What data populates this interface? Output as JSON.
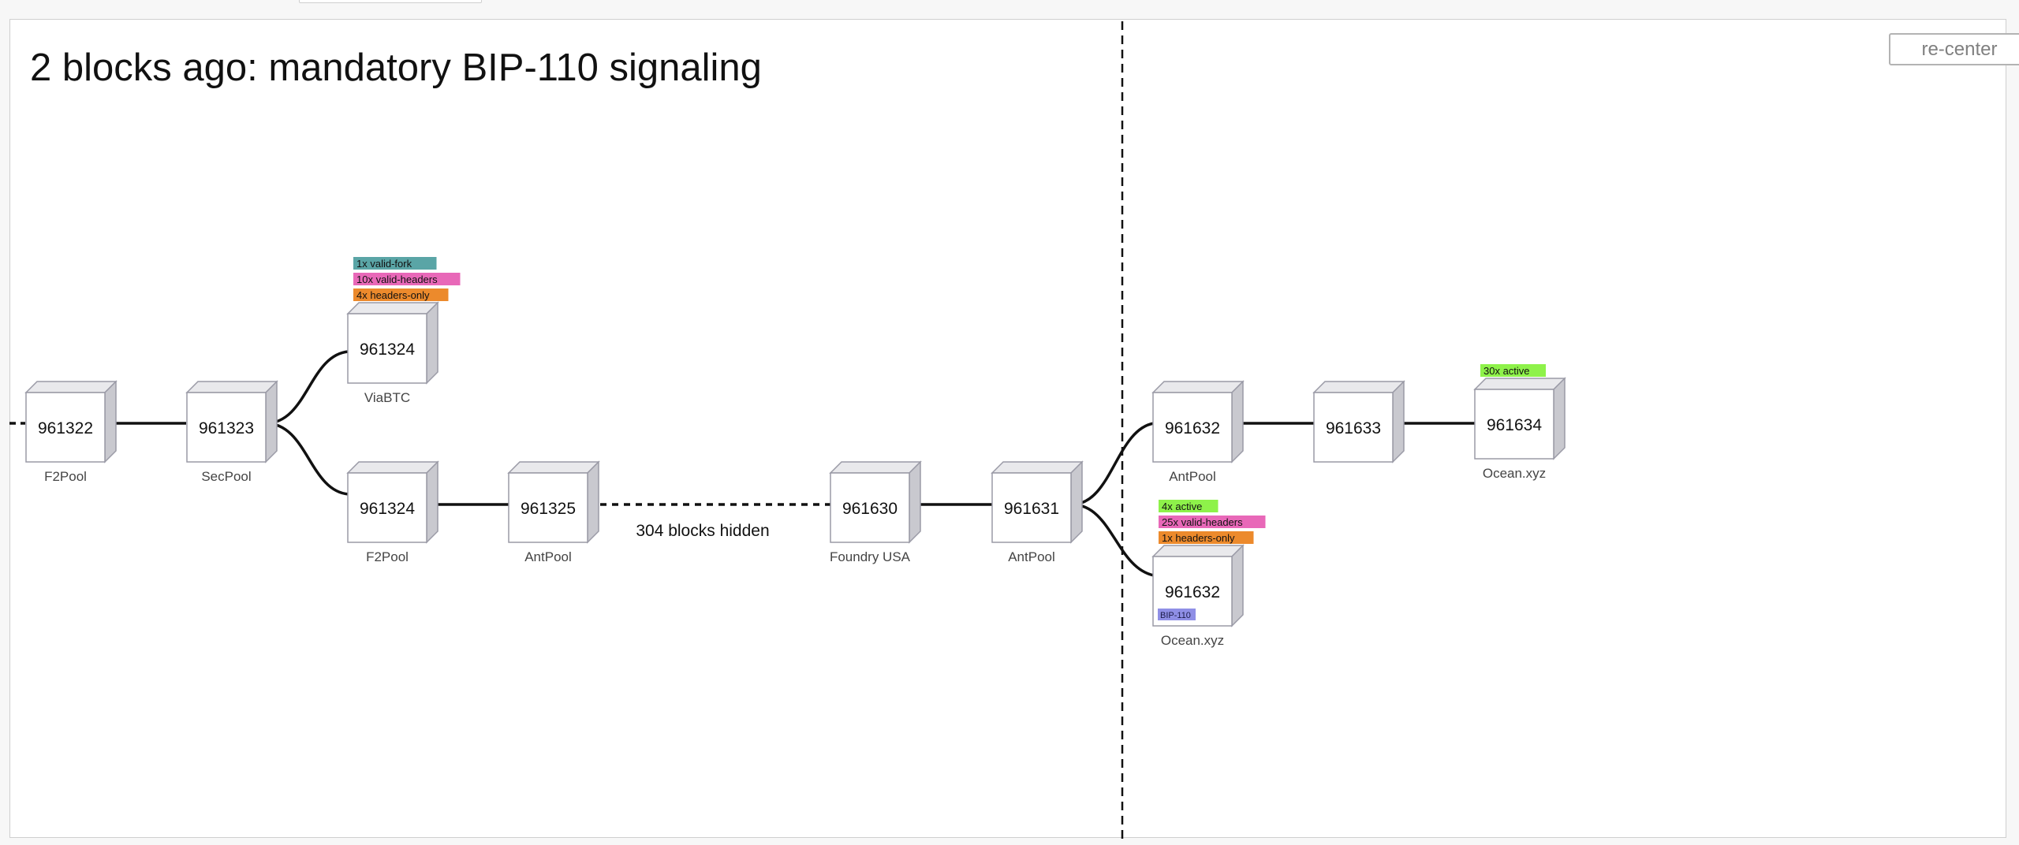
{
  "title": "2 blocks ago: mandatory BIP-110 signaling",
  "recenter_label": "re-center",
  "hidden_blocks_label": "304 blocks hidden",
  "colors": {
    "valid_fork": "#5aa5a6",
    "valid_headers": "#e868b8",
    "headers_only": "#ec8a2c",
    "active": "#8ef24a",
    "bip110": "#8f8fe6"
  },
  "blocks": [
    {
      "id": "b322",
      "height": "961322",
      "pool": "F2Pool"
    },
    {
      "id": "b323",
      "height": "961323",
      "pool": "SecPool"
    },
    {
      "id": "b324a",
      "height": "961324",
      "pool": "ViaBTC",
      "tags": [
        {
          "text": "1x valid-fork",
          "kind": "valid_fork"
        },
        {
          "text": "10x valid-headers",
          "kind": "valid_headers"
        },
        {
          "text": "4x headers-only",
          "kind": "headers_only"
        }
      ]
    },
    {
      "id": "b324b",
      "height": "961324",
      "pool": "F2Pool"
    },
    {
      "id": "b325",
      "height": "961325",
      "pool": "AntPool"
    },
    {
      "id": "b630",
      "height": "961630",
      "pool": "Foundry USA"
    },
    {
      "id": "b631",
      "height": "961631",
      "pool": "AntPool"
    },
    {
      "id": "b632a",
      "height": "961632",
      "pool": "AntPool"
    },
    {
      "id": "b633",
      "height": "961633",
      "pool": ""
    },
    {
      "id": "b634",
      "height": "961634",
      "pool": "Ocean.xyz",
      "tags": [
        {
          "text": "30x active",
          "kind": "active"
        }
      ]
    },
    {
      "id": "b632b",
      "height": "961632",
      "pool": "Ocean.xyz",
      "badge": "BIP-110",
      "tags": [
        {
          "text": "4x active",
          "kind": "active"
        },
        {
          "text": "25x valid-headers",
          "kind": "valid_headers"
        },
        {
          "text": "1x headers-only",
          "kind": "headers_only"
        }
      ]
    }
  ]
}
